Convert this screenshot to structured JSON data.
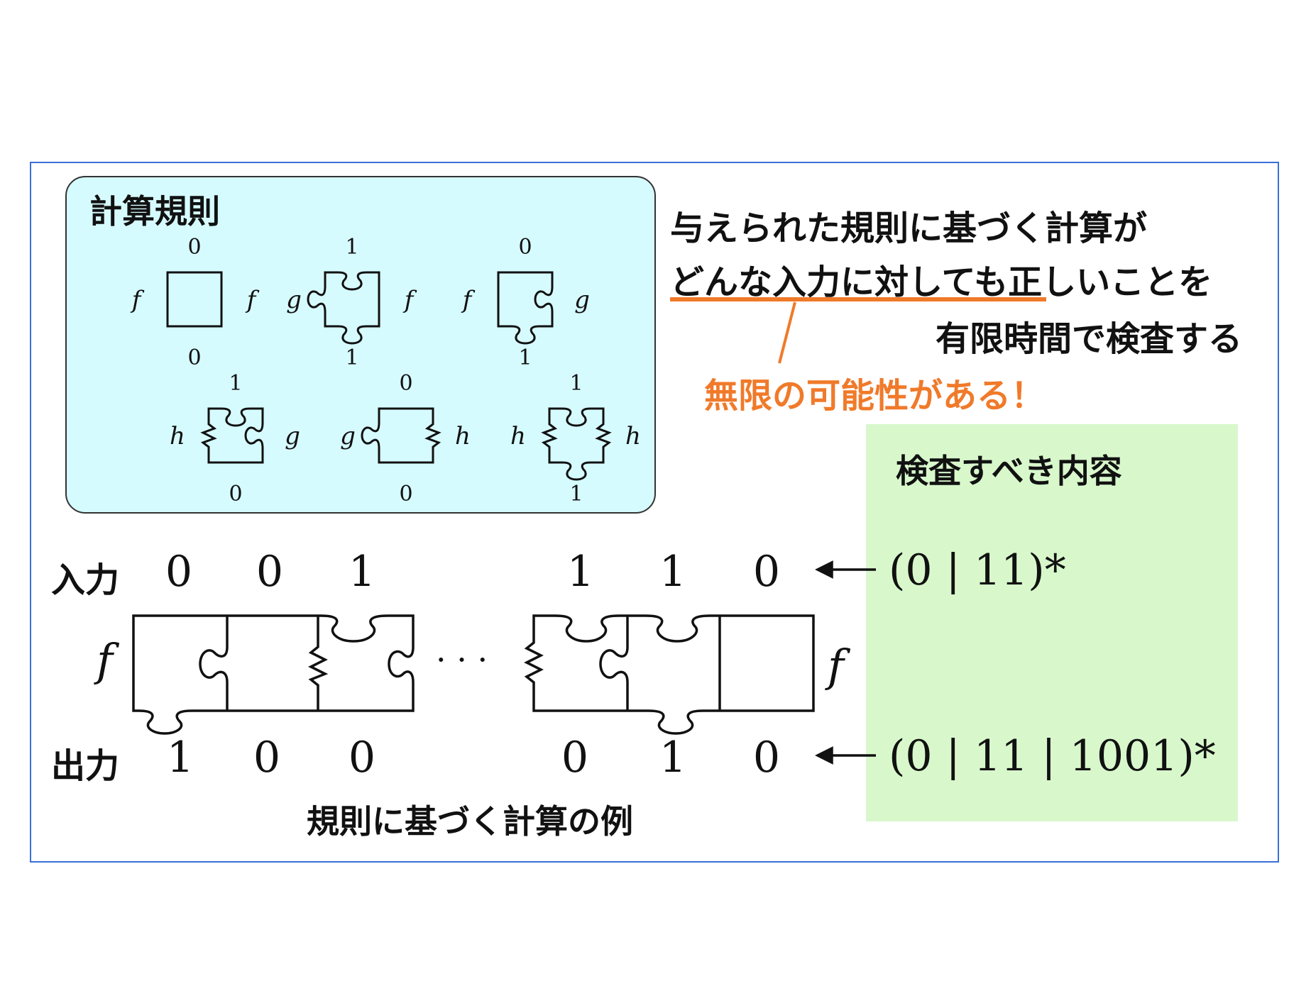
{
  "rules_title": "計算規則",
  "statement": {
    "line1": "与えられた規則に基づく計算が",
    "line2": "どんな入力に対しても正しいことを",
    "line3": "有限時間で検査する"
  },
  "warning": "無限の可能性がある！",
  "check_title": "検査すべき内容",
  "caption": "規則に基づく計算の例",
  "io": {
    "input_label": "入力",
    "output_label": "出力",
    "input_bits": [
      "0",
      "0",
      "1",
      "1",
      "1",
      "0"
    ],
    "output_bits": [
      "1",
      "0",
      "0",
      "0",
      "1",
      "0"
    ],
    "ellipsis": "· · ·",
    "left_state": "f",
    "right_state": "f"
  },
  "expressions": {
    "input_regex": "(0 | 11)*",
    "output_regex": "(0 | 11 | 1001)*"
  },
  "rules": [
    {
      "top": "0",
      "bottom": "0",
      "left": "f",
      "right": "f"
    },
    {
      "top": "1",
      "bottom": "1",
      "left": "g",
      "right": "f"
    },
    {
      "top": "0",
      "bottom": "1",
      "left": "f",
      "right": "g"
    },
    {
      "top": "1",
      "bottom": "0",
      "left": "h",
      "right": "g"
    },
    {
      "top": "0",
      "bottom": "0",
      "left": "g",
      "right": "h"
    },
    {
      "top": "1",
      "bottom": "1",
      "left": "h",
      "right": "h"
    }
  ],
  "colors": {
    "frame": "#3a6fd8",
    "rules_bg": "#d6fbff",
    "check_bg": "#d8f8cc",
    "accent": "#f07a2a"
  }
}
